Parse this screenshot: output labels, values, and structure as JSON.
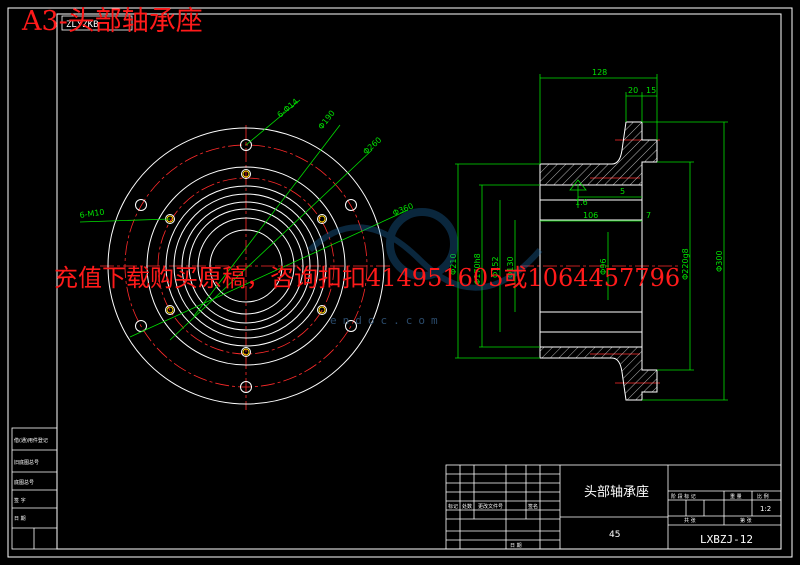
{
  "title_overlay": "A3-头部轴承座",
  "ad_overlay": "充值下载购买原稿，咨询扣扣414951605或1064457796",
  "watermark": "endoc.com",
  "corner_tag": "ZLYZKB",
  "front_view": {
    "labels": {
      "holes_outer": "6-Φ14",
      "holes_inner": "6-M10",
      "d190": "Φ190",
      "d260": "Φ260",
      "d360": "Φ360"
    }
  },
  "section_view": {
    "labels": {
      "dim_128": "128",
      "dim_20": "20",
      "dim_15": "15",
      "dim_5": "5",
      "dim_106": "106",
      "dim_7": "7",
      "finish": "1.6",
      "d210": "Φ210",
      "d170": "Φ170h8",
      "d152": "Φ152",
      "d130": "Φ130",
      "d96": "Φ96",
      "d220": "Φ220g8",
      "d300": "Φ300"
    }
  },
  "title_block": {
    "part_name": "头部轴承座",
    "material": "45",
    "drawing_no": "LXBZJ-12",
    "scale": "1:2",
    "header_stage": "阶 段 标 记",
    "header_weight": "重 量",
    "header_scale": "比 例",
    "sheet_total": "共 张",
    "sheet_no": "第 张",
    "mark": "标记",
    "count": "处数",
    "change_doc": "更改文件号",
    "signature": "签名",
    "date": "日 期"
  },
  "side_block": {
    "r1": "借(通)用件登记",
    "r2": "旧底图总号",
    "r3": "底图总号",
    "r4": "签 字",
    "r5": "日 期"
  }
}
